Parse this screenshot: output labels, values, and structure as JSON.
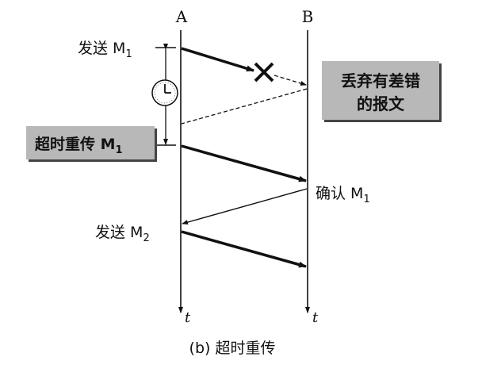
{
  "nodes": {
    "a": "A",
    "b": "B"
  },
  "time_axis": "t",
  "labels": {
    "send_m1": "发送 M",
    "send_m1_sub": "1",
    "timeout_retx": "超时重传 M",
    "timeout_retx_sub": "1",
    "discard_line1": "丢弃有差错",
    "discard_line2": "的报文",
    "ack_m1": "确认 M",
    "ack_m1_sub": "1",
    "send_m2": "发送 M",
    "send_m2_sub": "2"
  },
  "caption": "(b) 超时重传",
  "colors": {
    "box": "#b8b8b8",
    "line": "#111111"
  }
}
